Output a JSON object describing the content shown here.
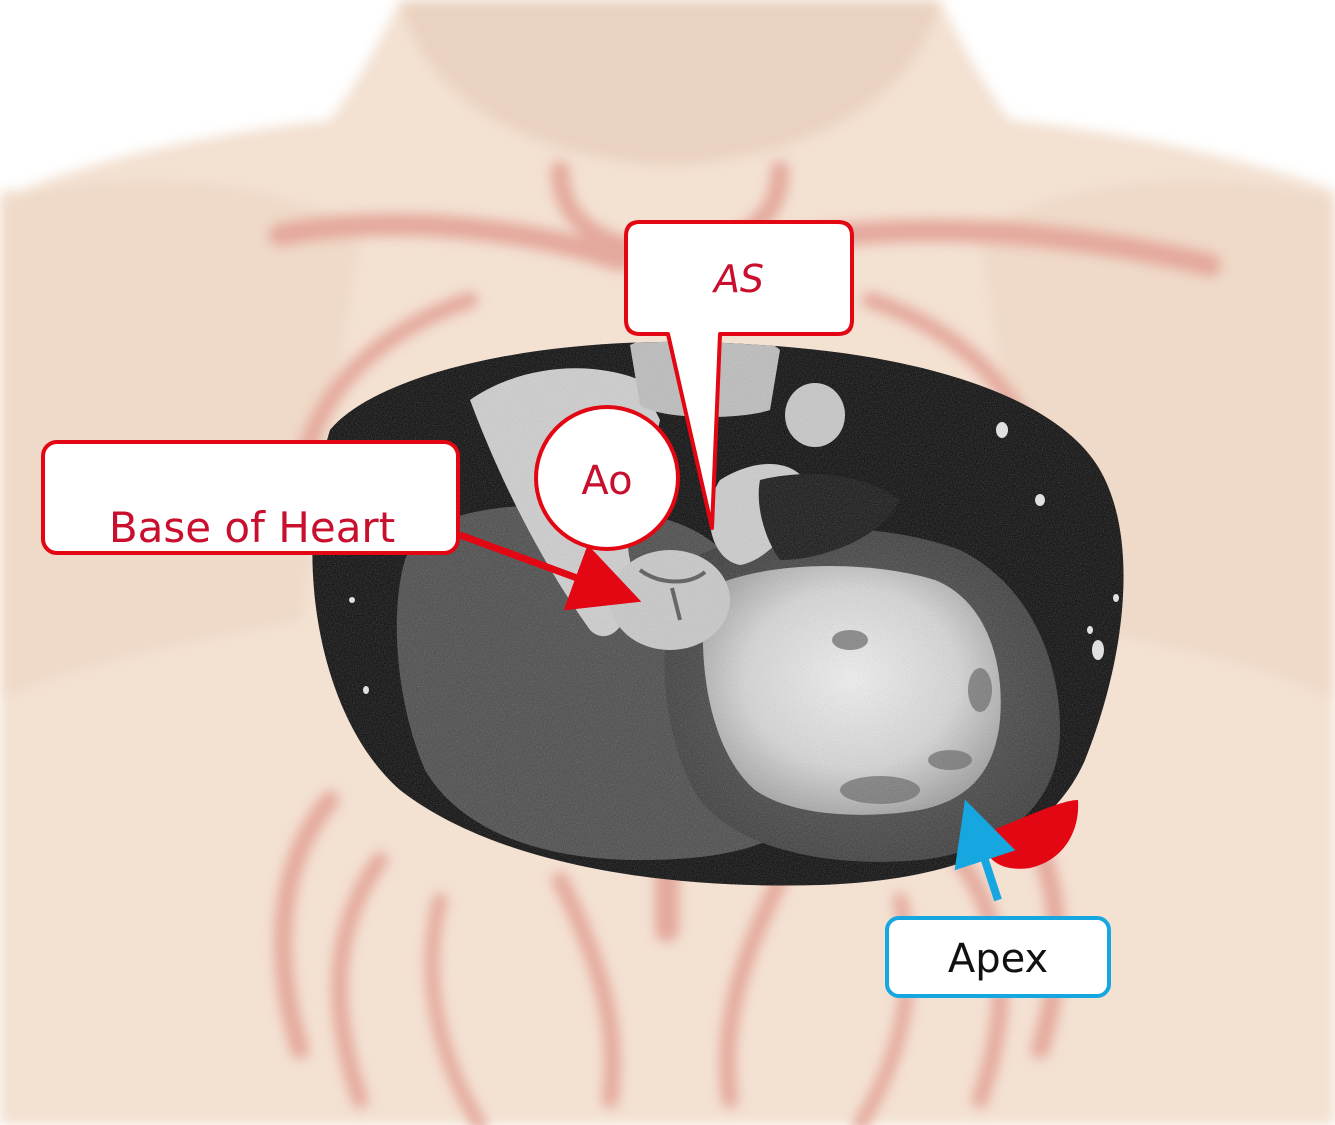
{
  "labels": {
    "as": "AS",
    "ao": "Ao",
    "base": "Base of Heart",
    "apex": "Apex"
  },
  "colors": {
    "red": "#e30613",
    "red_text": "#c8102e",
    "blue": "#16a6e0",
    "skin": "#f1dccb",
    "rib": "#e6a9a0",
    "ct_black": "#050505"
  }
}
